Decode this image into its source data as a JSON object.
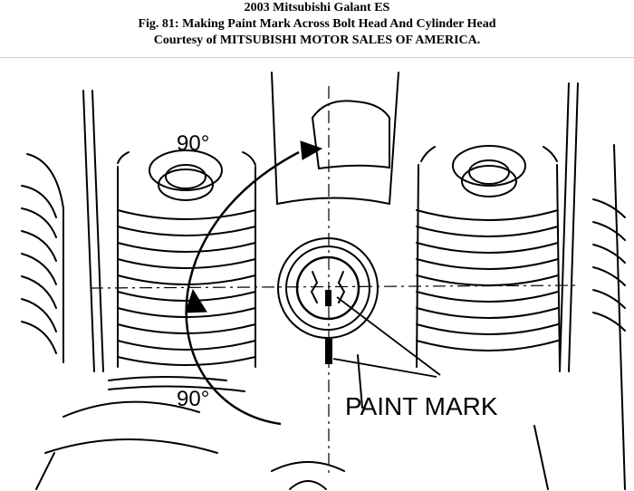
{
  "header": {
    "line1": "2003 Mitsubishi Galant ES",
    "line2": "Fig. 81: Making Paint Mark Across Bolt Head And Cylinder Head",
    "line3": "Courtesy of MITSUBISHI MOTOR SALES OF AMERICA."
  },
  "diagram": {
    "angle_top": "90°",
    "angle_bottom": "90°",
    "callout": "PAINT MARK"
  }
}
